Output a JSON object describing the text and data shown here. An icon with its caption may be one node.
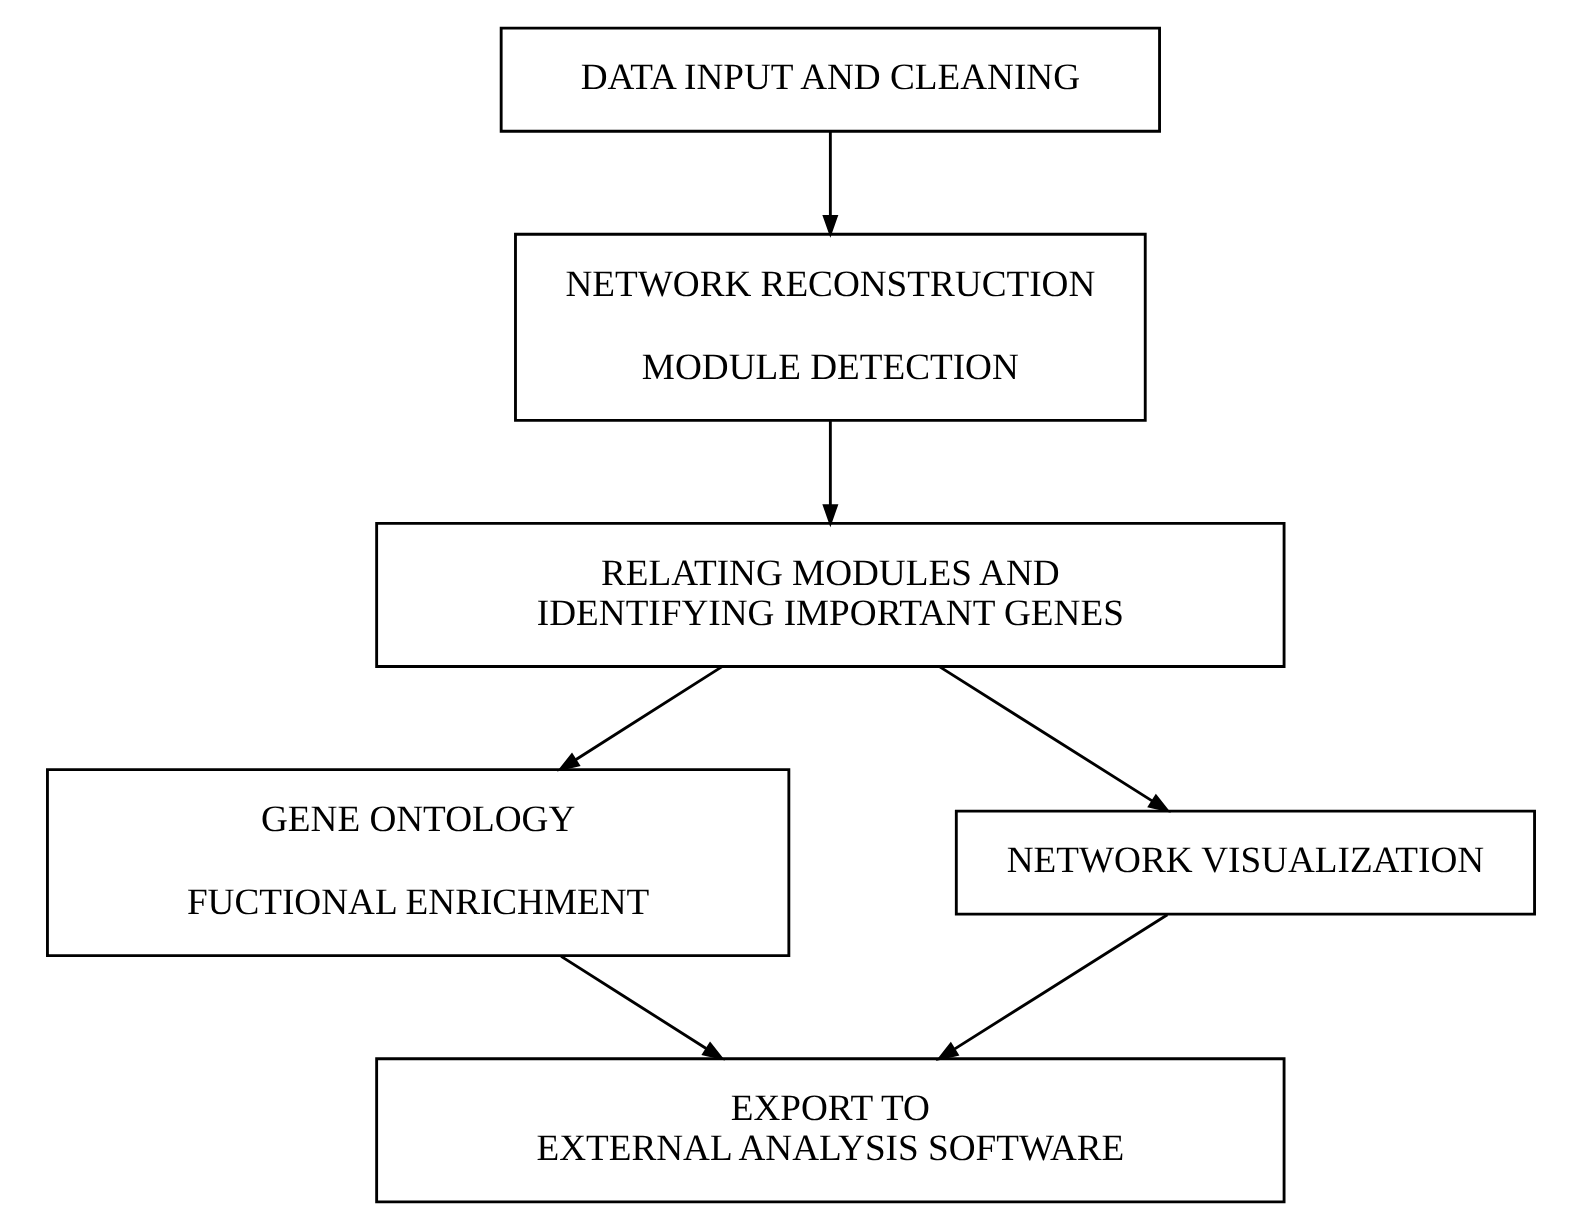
{
  "diagram": {
    "nodes": [
      {
        "text": [
          "DATA INPUT AND CLEANING"
        ]
      },
      {
        "text": [
          "NETWORK RECONSTRUCTION",
          "MODULE DETECTION"
        ]
      },
      {
        "text": [
          "RELATING MODULES AND IDENTIFYING IMPORTANT GENES"
        ]
      },
      {
        "text": [
          "GENE ONTOLOGY",
          "FUCTIONAL ENRICHMENT"
        ]
      },
      {
        "text": [
          "NETWORK VISUALIZATION"
        ]
      },
      {
        "text": [
          "EXPORT TO EXTERNAL ANALYSIS SOFTWARE"
        ]
      }
    ],
    "edges": [
      {
        "from": 0,
        "to": 1,
        "arrow": "to"
      },
      {
        "from": 1,
        "to": 2,
        "arrow": "to"
      },
      {
        "from": 2,
        "to": 3,
        "arrow": "to"
      },
      {
        "from": 2,
        "to": 4,
        "arrow": "to"
      },
      {
        "from": 3,
        "to": 5,
        "arrow": "to"
      },
      {
        "from": 4,
        "to": 5,
        "arrow": "to"
      }
    ]
  }
}
